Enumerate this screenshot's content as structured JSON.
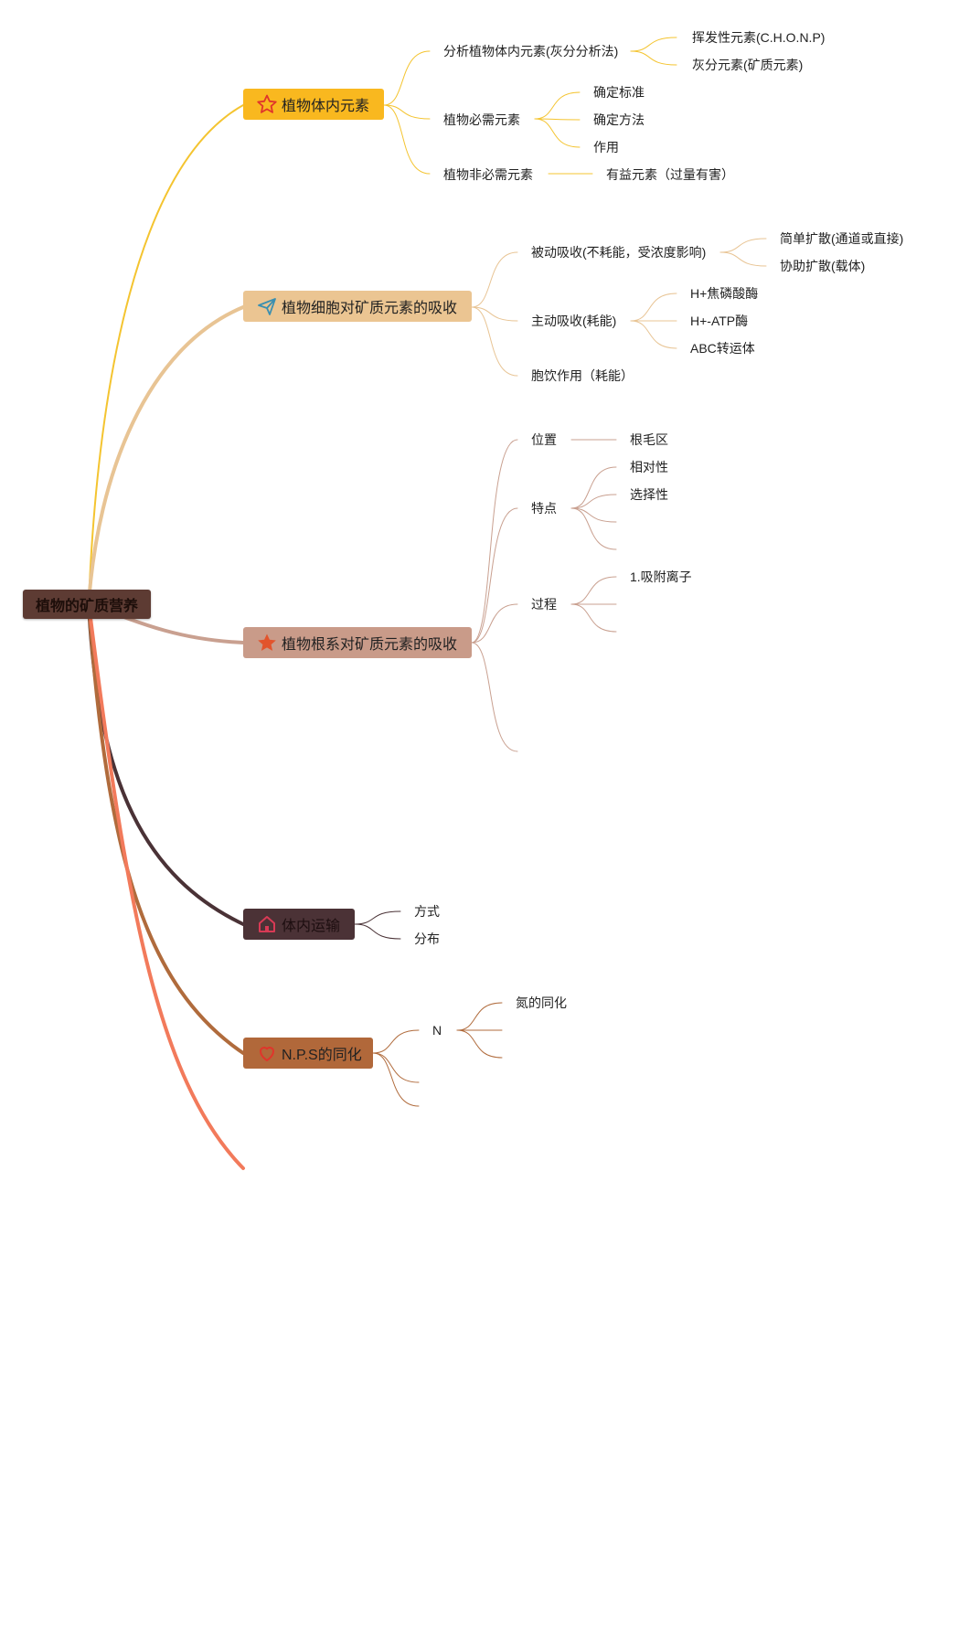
{
  "root": "植物的矿质营养",
  "branches": [
    {
      "id": "b1",
      "title": "植物体内元素",
      "icon": "star-outline-icon",
      "color": "#f4c430",
      "fill": "#f9b81f",
      "text_color": "#222222",
      "children": [
        {
          "label": "分析植物体内元素(灰分分析法)",
          "children": [
            "挥发性元素(C.H.O.N.P)",
            "灰分元素(矿质元素)"
          ]
        },
        {
          "label": "植物必需元素",
          "children": [
            "确定标准",
            "确定方法",
            "作用"
          ]
        },
        {
          "label": "植物非必需元素",
          "children": [
            "有益元素（过量有害）"
          ]
        }
      ]
    },
    {
      "id": "b2",
      "title": "植物细胞对矿质元素的吸收",
      "icon": "paper-plane-icon",
      "color": "#e8c494",
      "fill": "#ebc592",
      "text_color": "#222222",
      "children": [
        {
          "label": "被动吸收(不耗能，受浓度影响)",
          "children": [
            "简单扩散(通道或直接)",
            "协助扩散(载体)"
          ]
        },
        {
          "label": "主动吸收(耗能)",
          "children": [
            "H+焦磷酸酶",
            "H+-ATP酶",
            "ABC转运体"
          ]
        },
        {
          "label": "胞饮作用（耗能）",
          "children": []
        }
      ]
    },
    {
      "id": "b3",
      "title": "植物根系对矿质元素的吸收",
      "icon": "star-filled-icon",
      "color": "#c9a090",
      "fill": "#c99b89",
      "text_color": "#222222",
      "children": [
        {
          "label": "位置",
          "children": [
            "根毛区"
          ]
        },
        {
          "label": "特点",
          "children": [
            "相对性",
            "选择性",
            "",
            ""
          ]
        },
        {
          "label": "过程",
          "children": [
            "1.吸附离子",
            "",
            ""
          ]
        },
        {
          "label": "",
          "children": []
        }
      ]
    },
    {
      "id": "b4",
      "title": "体内运输",
      "icon": "house-icon",
      "color": "#4a3236",
      "fill": "#4b3236",
      "text_color": "#1d0e10",
      "children": [
        {
          "label": "方式",
          "children": []
        },
        {
          "label": "分布",
          "children": []
        }
      ]
    },
    {
      "id": "b5",
      "title": "N.P.S的同化",
      "icon": "heart-outline-icon",
      "color": "#b06b3c",
      "fill": "#b1683a",
      "text_color": "#222222",
      "children": [
        {
          "label": "N",
          "children": [
            "氮的同化",
            "",
            ""
          ]
        },
        {
          "label": "",
          "children": []
        },
        {
          "label": "",
          "children": []
        }
      ]
    },
    {
      "id": "b6",
      "title": "",
      "icon": "",
      "color": "#f27a5b",
      "fill": "",
      "text_color": "",
      "children": []
    }
  ]
}
